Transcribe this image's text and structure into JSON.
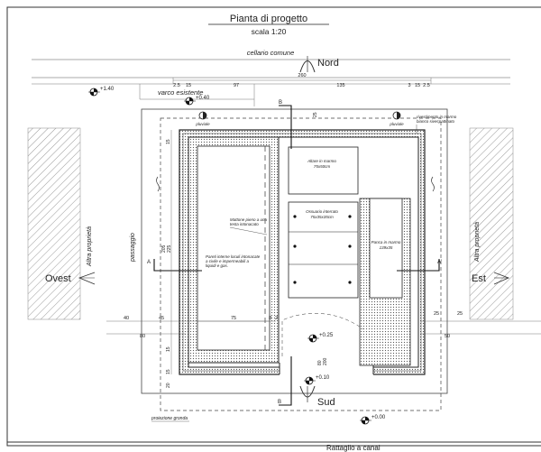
{
  "header": {
    "title": "Pianta di progetto",
    "scale": "scala 1:20"
  },
  "labels": {
    "cellario": "cellario comune",
    "varco": "varco esistente",
    "passaggio": "passaggio",
    "altra_left": "Altra proprietà",
    "altra_right": "Altra proprietà",
    "proiezione": "proiezione gronda",
    "bottom_cut": "Rattaglio a canal"
  },
  "compass": {
    "north": "Nord",
    "south": "Sud",
    "west": "Ovest",
    "east": "Est"
  },
  "elevations": {
    "e1": "+1.40",
    "e2": "+0.40",
    "e3": "+0.25",
    "e4": "+0.10",
    "e5": "+0.00"
  },
  "section_marks": {
    "b_top": "B",
    "b_bottom": "B",
    "a_left": "A",
    "a_right": "A'"
  },
  "annotations": {
    "pluviale_left": "pluviale",
    "pluviale_right": "pluviale",
    "rivestimento_1": "rivestimento in marmo",
    "rivestimento_2": "bianco sivecpattinato",
    "altare_1": "Altare in marmo",
    "altare_2": "75x50cm",
    "ossuario_1": "Ossuario interrato",
    "ossuario_2": "75x35x35cm",
    "panca_1": "Panca in marmo",
    "panca_2": "139x35",
    "mattone_1": "Mattone pieno a una",
    "mattone_2": "testa intonacato",
    "pareti_1": "Pareti interne loculi intonacate",
    "pareti_2": "a civile e impermeabili a",
    "pareti_3": "liquidi e gas."
  },
  "dimensions": {
    "d_total": "260",
    "d_2_5a": "2.5",
    "d_15a": "15",
    "d_97": "97",
    "d_135": "135",
    "d_3": "3",
    "d_15b": "15",
    "d_2_5b": "2.5",
    "d_25": "25",
    "d_15c": "15",
    "d_205": "205",
    "d_225": "225",
    "d_15d": "15",
    "d_20a": "20",
    "d_15e": "15",
    "d_40": "40",
    "d_45": "45",
    "d_75": "75",
    "d_8": "8",
    "d_2a": "2",
    "d_80": "80",
    "d_25b": "25",
    "d_25c": "25",
    "d_50": "50",
    "d_door_a": "80",
    "d_door_b": "200"
  }
}
